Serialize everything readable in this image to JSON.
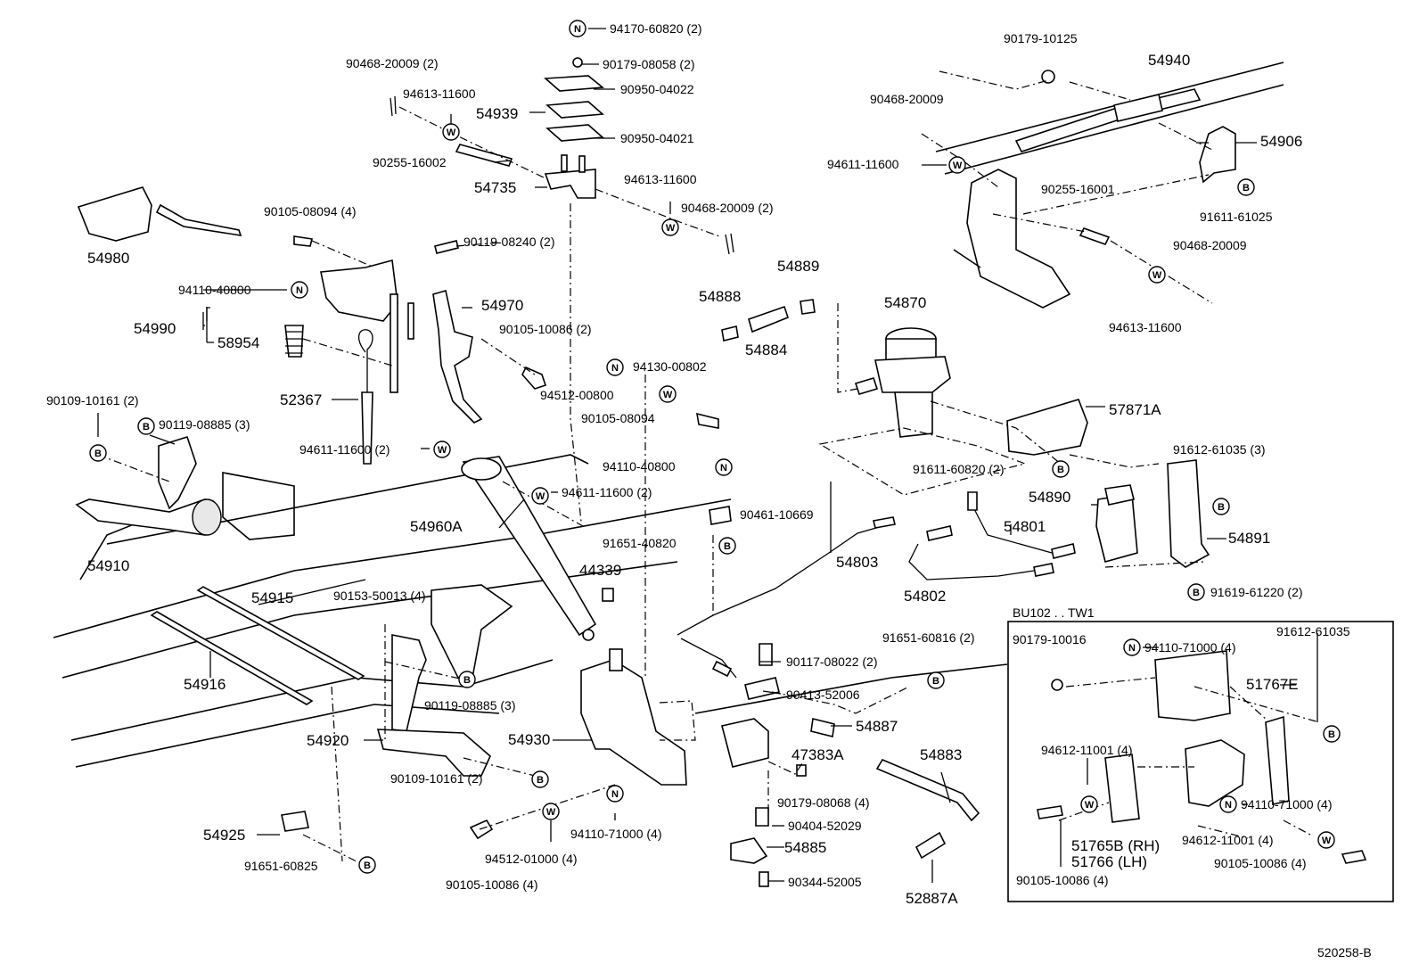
{
  "diagram_id": "520258-B",
  "inset_title": "BU102 . . TW1",
  "labels": {
    "l1": "94170-60820 (2)",
    "l2": "90179-08058 (2)",
    "l3": "90950-04022",
    "l4": "54939",
    "l5": "90950-04021",
    "l6": "90468-20009 (2)",
    "l7": "94613-11600",
    "l8": "90255-16002",
    "l9": "54735",
    "l10": "94613-11600",
    "l11": "90468-20009 (2)",
    "l12": "90105-08094 (4)",
    "l13": "90119-08240 (2)",
    "l14": "54980",
    "l15": "94110-40800",
    "l16": "54970",
    "l17": "54990",
    "l18": "58954",
    "l19": "90105-10086 (2)",
    "l20": "52367",
    "l21": "94130-00802",
    "l22": "94512-00800",
    "l23": "90105-08094",
    "l24": "90109-10161 (2)",
    "l25": "90119-08885 (3)",
    "l26": "94611-11600 (2)",
    "l27": "94110-40800",
    "l28": "94611-11600 (2)",
    "l29": "54960A",
    "l30": "90461-10669",
    "l31": "54910",
    "l32": "91651-40820",
    "l33": "44339",
    "l34": "54915",
    "l35": "90153-50013 (4)",
    "l36": "54916",
    "l37": "90119-08885 (3)",
    "l38": "54920",
    "l39": "90109-10161 (2)",
    "l40": "54930",
    "l41": "94110-71000 (4)",
    "l42": "94512-01000 (4)",
    "l43": "90105-10086 (4)",
    "l44": "54925",
    "l45": "91651-60825",
    "l46": "90179-10125",
    "l47": "54940",
    "l48": "90468-20009",
    "l49": "54906",
    "l50": "94611-11600",
    "l51": "90255-16001",
    "l52": "91611-61025",
    "l53": "90468-20009",
    "l54": "94613-11600",
    "l55": "54889",
    "l56": "54888",
    "l57": "54884",
    "l58": "54870",
    "l59": "57871A",
    "l60": "91611-60820 (2)",
    "l61": "91612-61035 (3)",
    "l62": "54890",
    "l63": "54801",
    "l64": "54891",
    "l65": "54803",
    "l66": "54802",
    "l67": "91619-61220 (2)",
    "l68": "91651-60816 (2)",
    "l69": "90117-08022 (2)",
    "l70": "90413-52006",
    "l71": "54887",
    "l72": "54883",
    "l73": "47383A",
    "l74": "90179-08068 (4)",
    "l75": "90404-52029",
    "l76": "54885",
    "l77": "90344-52005",
    "l78": "52887A",
    "l79": "90179-10016",
    "l80": "94110-71000 (4)",
    "l81": "91612-61035",
    "l82": "51767E",
    "l83": "94612-11001 (4)",
    "l84": "94110-71000 (4)",
    "l85": "51765B (RH)",
    "l86": "51766 (LH)",
    "l87": "94612-11001 (4)",
    "l88": "90105-10086 (4)",
    "l89": "90105-10086 (4)"
  },
  "badges": {
    "N": "N",
    "W": "W",
    "B": "B"
  }
}
